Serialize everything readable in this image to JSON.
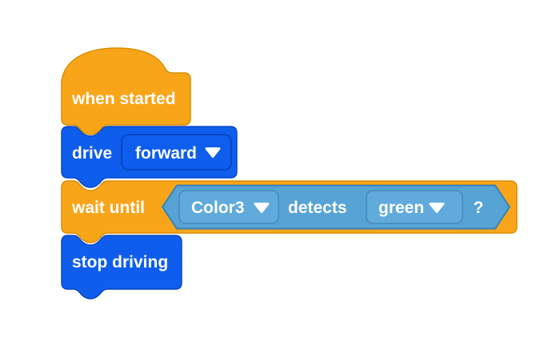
{
  "palette": {
    "canvas_background": "#FFFFFF",
    "event_fill": "#F9A51A",
    "event_stroke": "#DA8E00",
    "motion_fill": "#0E5DED",
    "motion_stroke": "#0947C4",
    "sensing_fill": "#57A3D5",
    "sensing_stroke": "#3C80AF",
    "sensing_field_fill": "#60AADC",
    "sensing_field_stroke": "#4389BA",
    "label_color": "#FFFFFF"
  },
  "blocks": {
    "when_started": {
      "label": "when started"
    },
    "drive": {
      "label": "drive",
      "direction": {
        "value": "forward",
        "icon": "dropdown-arrow"
      }
    },
    "wait_until": {
      "label": "wait until",
      "condition": {
        "sensor": {
          "value": "Color3",
          "icon": "dropdown-arrow"
        },
        "verb": "detects",
        "color": {
          "value": "green",
          "icon": "dropdown-arrow"
        },
        "question": "?"
      }
    },
    "stop_driving": {
      "label": "stop driving"
    }
  }
}
